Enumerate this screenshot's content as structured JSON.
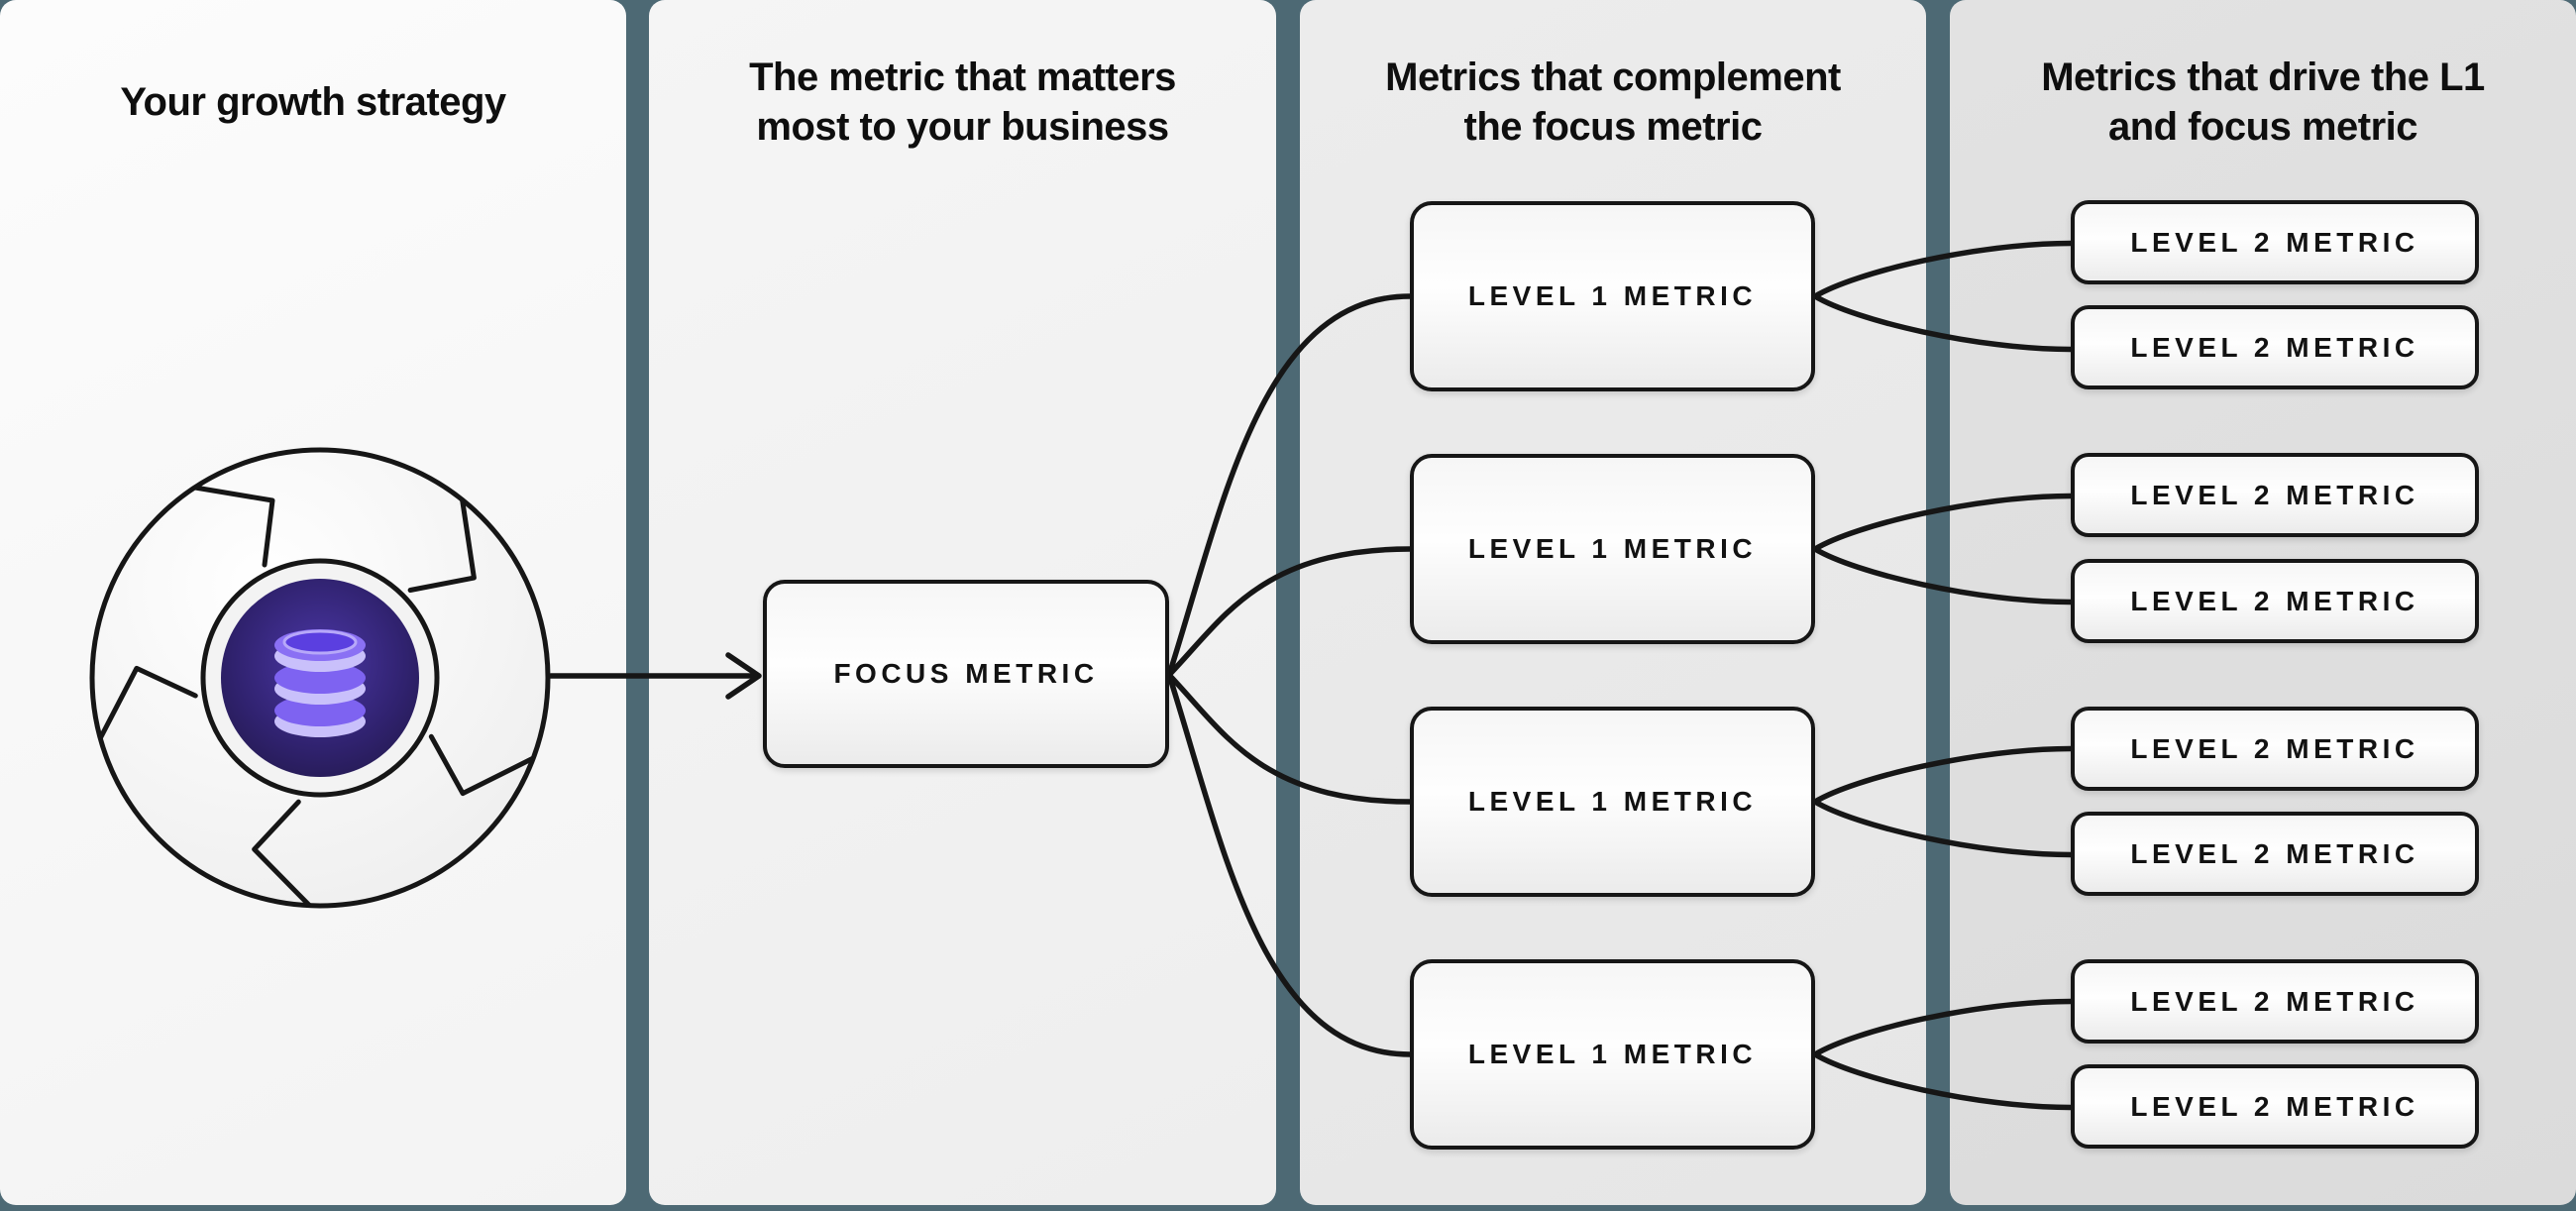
{
  "colors": {
    "background": "#4d6974",
    "line": "#161616",
    "core_indigo": "#2e2170",
    "database_purple": "#7e63f1",
    "database_highlight": "#c9c0fb"
  },
  "panels": [
    {
      "title": "Your growth strategy",
      "lines": [
        "Your growth strategy"
      ]
    },
    {
      "title": "The metric that matters most to your business",
      "lines": [
        "The metric that matters",
        "most to your business"
      ]
    },
    {
      "title": "Metrics that complement the focus metric",
      "lines": [
        "Metrics that complement",
        "the focus metric"
      ]
    },
    {
      "title": "Metrics that drive the L1 and focus metric",
      "lines": [
        "Metrics that drive the L1",
        "and focus metric"
      ]
    }
  ],
  "boxes": {
    "focus": "FOCUS METRIC",
    "level1": [
      "LEVEL 1 METRIC",
      "LEVEL 1 METRIC",
      "LEVEL 1 METRIC",
      "LEVEL 1 METRIC"
    ],
    "level2": [
      "LEVEL 2 METRIC",
      "LEVEL 2 METRIC",
      "LEVEL 2 METRIC",
      "LEVEL 2 METRIC",
      "LEVEL 2 METRIC",
      "LEVEL 2 METRIC",
      "LEVEL 2 METRIC",
      "LEVEL 2 METRIC"
    ]
  },
  "icons": {
    "flywheel": "flywheel-icon",
    "database": "database-icon",
    "arrow": "arrow-right-icon"
  }
}
